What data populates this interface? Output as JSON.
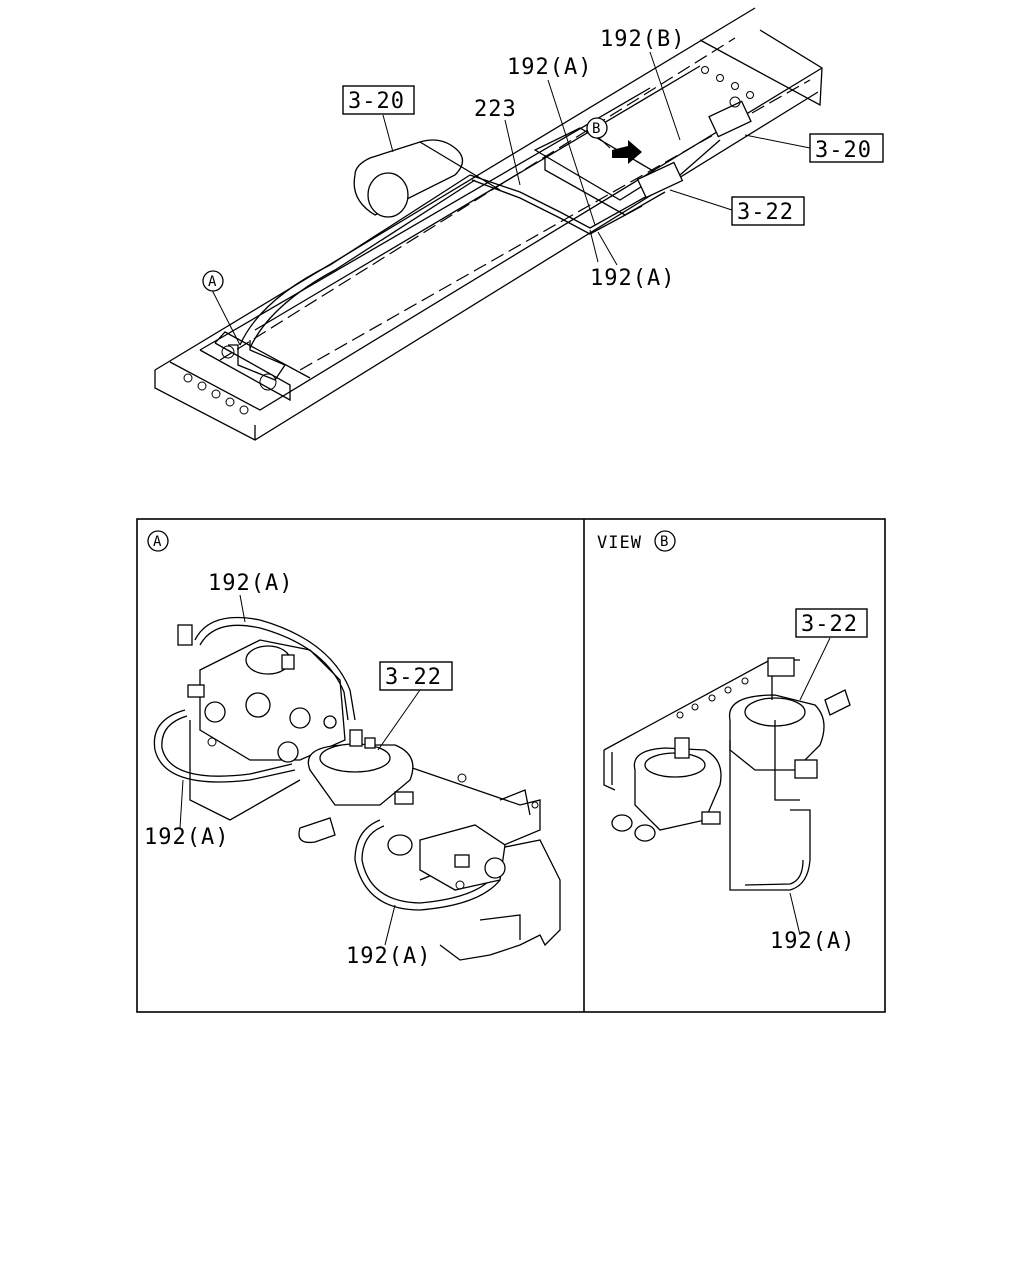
{
  "overview": {
    "ref_3_20_left": "3-20",
    "ref_3_20_right": "3-20",
    "ref_3_22": "3-22",
    "part_223": "223",
    "part_192a_top": "192(A)",
    "part_192b": "192(B)",
    "part_192a_lower": "192(A)",
    "marker_a": "A",
    "marker_b": "B"
  },
  "detail_a": {
    "marker": "A",
    "part_192a_top": "192(A)",
    "ref_3_22": "3-22",
    "part_192a_left": "192(A)",
    "part_192a_bottom": "192(A)"
  },
  "view_b": {
    "view_label": "VIEW",
    "marker": "B",
    "ref_3_22": "3-22",
    "part_192a": "192(A)"
  }
}
